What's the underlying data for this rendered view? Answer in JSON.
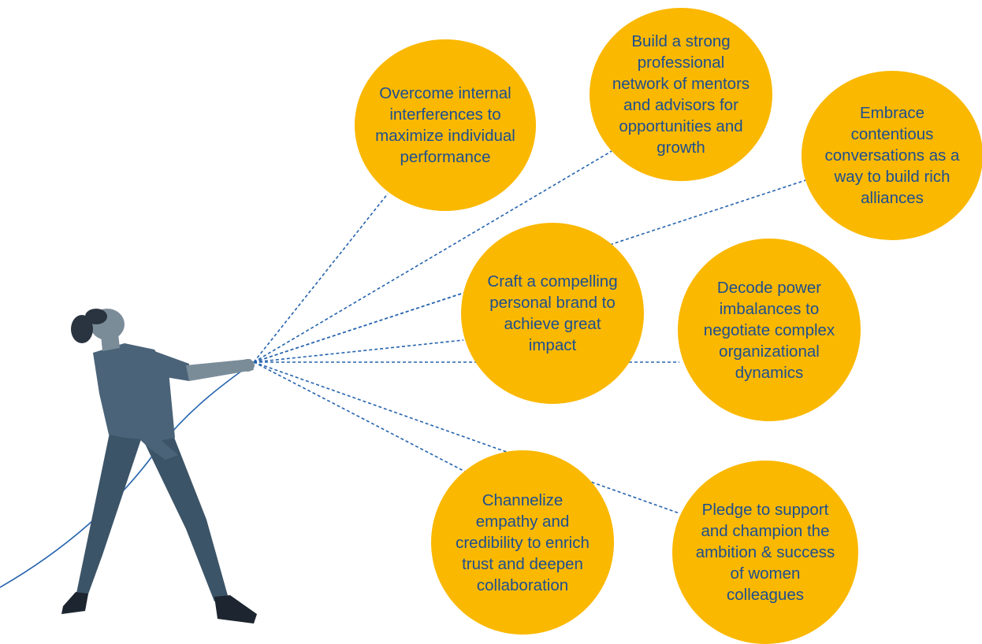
{
  "colors": {
    "bubble_fill": "#fbb800",
    "bubble_text": "#1d4f91",
    "line": "#2563ae",
    "figure_shirt": "#4a6378",
    "figure_pants": "#3c5467",
    "figure_skin": "#7b8c99",
    "figure_shoe": "#1c2530"
  },
  "figure": {
    "icon": "person-pulling-rope-illustration"
  },
  "bubbles": [
    {
      "id": "internal-interferences",
      "text": "Overcome internal interferences to maximize individual performance"
    },
    {
      "id": "professional-network",
      "text": "Build a strong professional network of mentors and advisors for opportunities and growth"
    },
    {
      "id": "contentious-conversations",
      "text": "Embrace contentious conversations as a way to build rich alliances"
    },
    {
      "id": "personal-brand",
      "text": "Craft a compelling personal brand to achieve great impact"
    },
    {
      "id": "power-imbalances",
      "text": "Decode power imbalances to negotiate complex organizational dynamics"
    },
    {
      "id": "empathy-credibility",
      "text": "Channelize empathy and credibility to enrich trust and deepen collaboration"
    },
    {
      "id": "support-women",
      "text": "Pledge to support and champion the ambition & success of women colleagues"
    }
  ]
}
